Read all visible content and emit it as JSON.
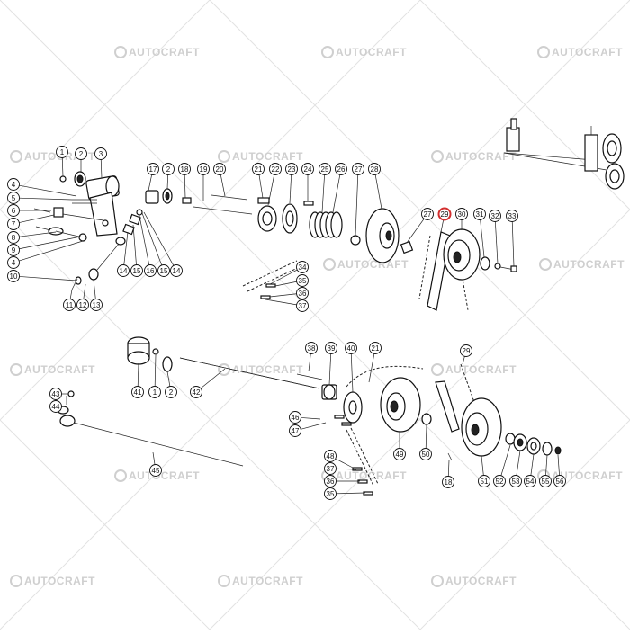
{
  "diagram": {
    "watermark_text": "AUTOCRAFT",
    "highlight_color": "#d32f2f",
    "highlighted_part": "29",
    "callouts": [
      {
        "label": "1"
      },
      {
        "label": "2"
      },
      {
        "label": "3"
      },
      {
        "label": "4"
      },
      {
        "label": "5"
      },
      {
        "label": "6"
      },
      {
        "label": "7"
      },
      {
        "label": "8"
      },
      {
        "label": "9"
      },
      {
        "label": "4"
      },
      {
        "label": "10"
      },
      {
        "label": "11"
      },
      {
        "label": "12"
      },
      {
        "label": "13"
      },
      {
        "label": "17"
      },
      {
        "label": "2"
      },
      {
        "label": "18"
      },
      {
        "label": "19"
      },
      {
        "label": "20"
      },
      {
        "label": "14"
      },
      {
        "label": "15"
      },
      {
        "label": "16"
      },
      {
        "label": "15"
      },
      {
        "label": "14"
      },
      {
        "label": "21"
      },
      {
        "label": "22"
      },
      {
        "label": "23"
      },
      {
        "label": "24"
      },
      {
        "label": "25"
      },
      {
        "label": "26"
      },
      {
        "label": "27"
      },
      {
        "label": "28"
      },
      {
        "label": "34"
      },
      {
        "label": "35"
      },
      {
        "label": "36"
      },
      {
        "label": "37"
      },
      {
        "label": "27"
      },
      {
        "label": "29"
      },
      {
        "label": "30"
      },
      {
        "label": "31"
      },
      {
        "label": "32"
      },
      {
        "label": "33"
      },
      {
        "label": "41"
      },
      {
        "label": "1"
      },
      {
        "label": "2"
      },
      {
        "label": "42"
      },
      {
        "label": "43"
      },
      {
        "label": "44"
      },
      {
        "label": "45"
      },
      {
        "label": "38"
      },
      {
        "label": "39"
      },
      {
        "label": "40"
      },
      {
        "label": "21"
      },
      {
        "label": "29"
      },
      {
        "label": "46"
      },
      {
        "label": "47"
      },
      {
        "label": "48"
      },
      {
        "label": "37"
      },
      {
        "label": "36"
      },
      {
        "label": "35"
      },
      {
        "label": "49"
      },
      {
        "label": "50"
      },
      {
        "label": "18"
      },
      {
        "label": "51"
      },
      {
        "label": "52"
      },
      {
        "label": "53"
      },
      {
        "label": "54"
      },
      {
        "label": "55"
      },
      {
        "label": "56"
      }
    ]
  }
}
